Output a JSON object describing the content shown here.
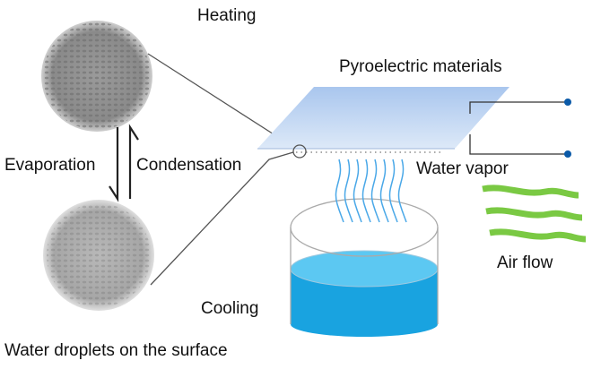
{
  "labels": {
    "heating": "Heating",
    "cooling": "Cooling",
    "evaporation": "Evaporation",
    "condensation": "Condensation",
    "pyroelectric": "Pyroelectric materials",
    "water_vapor": "Water vapor",
    "air_flow": "Air flow",
    "caption": "Water droplets on the surface"
  },
  "colors": {
    "plate": "#c9dcf5",
    "water": "#19a3e0",
    "water_top": "#5cc8f2",
    "vapor": "#4aa8e8",
    "air": "#7ac943",
    "electrode": "#0b5aa8"
  }
}
